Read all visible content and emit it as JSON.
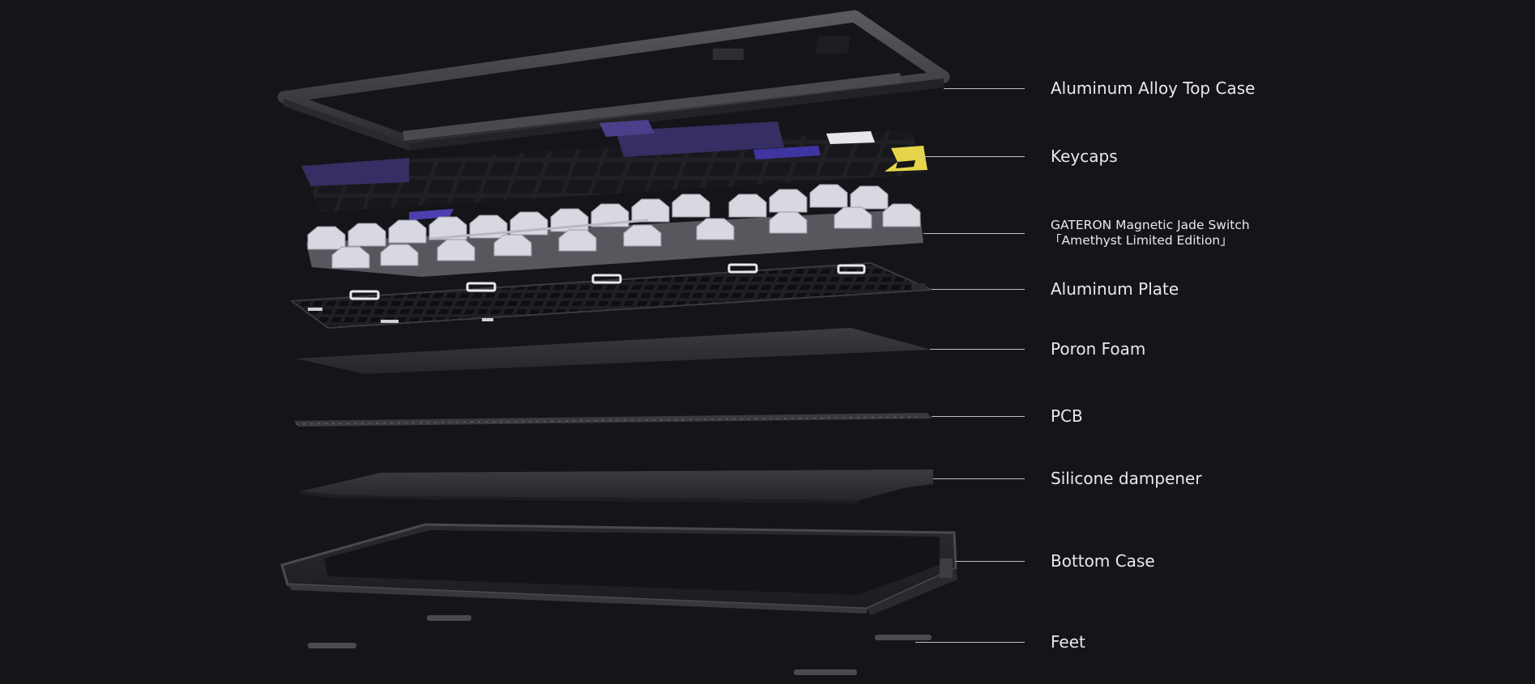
{
  "labels": {
    "top_case": "Aluminum Alloy Top Case",
    "keycaps": "Keycaps",
    "switch_line1": "GATERON Magnetic Jade Switch",
    "switch_line2": "「Amethyst Limited Edition」",
    "plate": "Aluminum Plate",
    "foam": "Poron Foam",
    "pcb": "PCB",
    "dampener": "Silicone dampener",
    "bottom_case": "Bottom Case",
    "feet": "Feet"
  },
  "colors": {
    "background": "#141419",
    "label_text": "#e9e9ee",
    "leader_line": "#bfc0c6",
    "keycap_purple": "#3b3470",
    "keycap_accent": "#e6d54a",
    "switch_housing": "#d8d8e0",
    "metal_dark": "#3a3a3e"
  }
}
